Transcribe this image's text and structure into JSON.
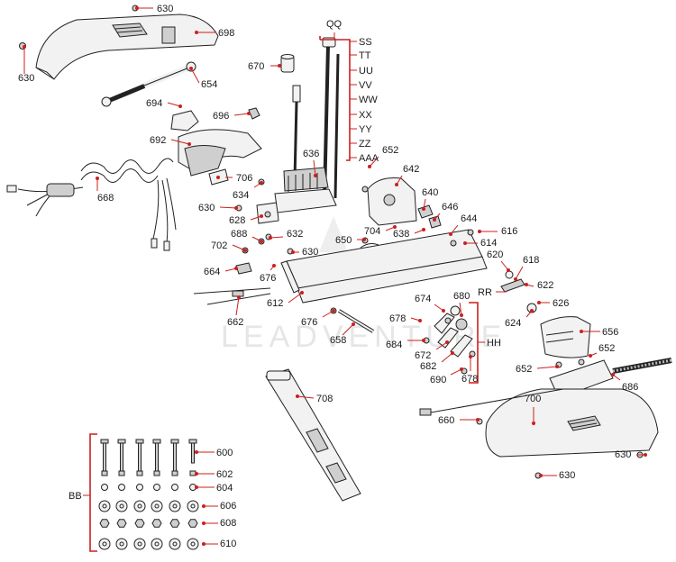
{
  "colors": {
    "leader": "#cc1f1f",
    "outline": "#222222",
    "background": "#ffffff"
  },
  "watermark": "LEADVENTURE",
  "labels": {
    "p630a": "630",
    "p698": "698",
    "p630b": "630",
    "p654": "654",
    "p670": "670",
    "p694": "694",
    "p696": "696",
    "p692": "692",
    "p668": "668",
    "p706": "706",
    "p634": "634",
    "p630c": "630",
    "p628": "628",
    "p636": "636",
    "p652a": "652",
    "p642": "642",
    "p640": "640",
    "p646": "646",
    "p644": "644",
    "p704": "704",
    "p638": "638",
    "p616": "616",
    "p614": "614",
    "p650": "650",
    "p688": "688",
    "p632": "632",
    "p630d": "630",
    "p702": "702",
    "p664": "664",
    "p676a": "676",
    "p612": "612",
    "p620": "620",
    "p618": "618",
    "p622": "622",
    "p626": "626",
    "p624": "624",
    "p662": "662",
    "p676b": "676",
    "p674": "674",
    "p680": "680",
    "p678a": "678",
    "p684": "684",
    "p658": "658",
    "p672": "672",
    "p682": "682",
    "p690": "690",
    "p678b": "678",
    "p656": "656",
    "p652b": "652",
    "p652c": "652",
    "p686": "686",
    "p708": "708",
    "p700": "700",
    "p660": "660",
    "p630e": "630",
    "p630f": "630",
    "p600": "600",
    "p602": "602",
    "p604": "604",
    "p606": "606",
    "p608": "608",
    "p610": "610"
  },
  "groups": {
    "QQ": "QQ",
    "SS": "SS",
    "TT": "TT",
    "UU": "UU",
    "VV": "VV",
    "WW": "WW",
    "XX": "XX",
    "YY": "YY",
    "ZZ": "ZZ",
    "AAA": "AAA",
    "RR": "RR",
    "HH": "HH",
    "BB": "BB"
  }
}
